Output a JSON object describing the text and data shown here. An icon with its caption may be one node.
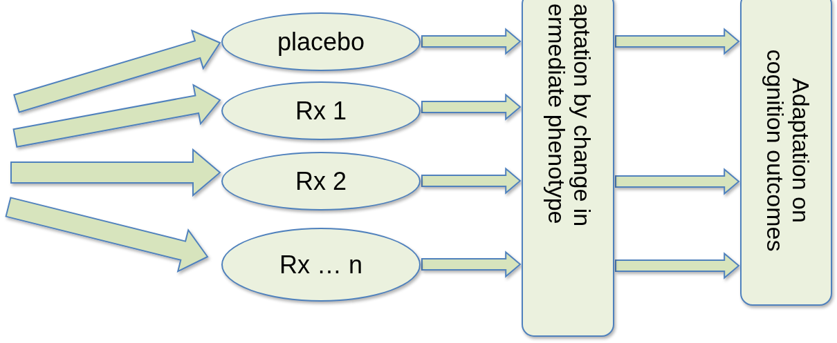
{
  "diagram": {
    "nodes": [
      {
        "text": [
          "placebo"
        ]
      },
      {
        "text": [
          "Rx 1"
        ]
      },
      {
        "text": [
          "Rx 2"
        ]
      },
      {
        "text": [
          "Rx … n"
        ]
      },
      {
        "text": [
          "aptation by change in ermediate phenotype"
        ]
      },
      {
        "text": [
          "Adaptation on cognition outcomes"
        ]
      }
    ],
    "edges": [
      {
        "from": null,
        "to": 0,
        "arrow": "to"
      },
      {
        "from": null,
        "to": 1,
        "arrow": "to"
      },
      {
        "from": null,
        "to": 2,
        "arrow": "to"
      },
      {
        "from": null,
        "to": 3,
        "arrow": "to"
      },
      {
        "from": 0,
        "to": 4,
        "arrow": "to"
      },
      {
        "from": 1,
        "to": 4,
        "arrow": "to"
      },
      {
        "from": 2,
        "to": 4,
        "arrow": "to"
      },
      {
        "from": 3,
        "to": 4,
        "arrow": "to"
      },
      {
        "from": 4,
        "to": 5,
        "arrow": "to"
      },
      {
        "from": 4,
        "to": 5,
        "arrow": "to"
      },
      {
        "from": 4,
        "to": 5,
        "arrow": "to"
      }
    ]
  }
}
